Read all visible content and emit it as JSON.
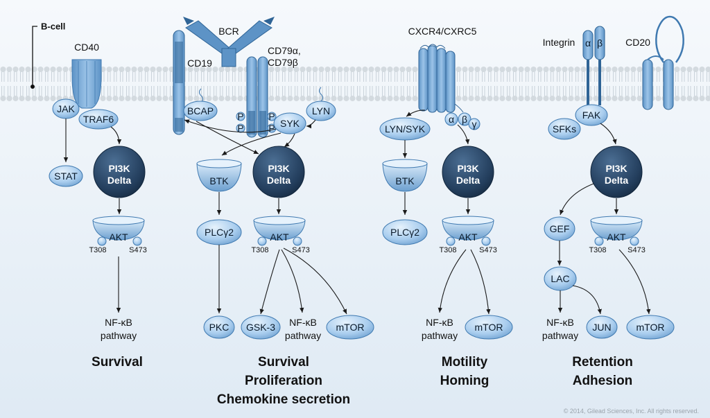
{
  "cell_label": "B-cell",
  "receptors": {
    "cd40": "CD40",
    "bcr": "BCR",
    "cd19": "CD19",
    "cd79a": "CD79α,",
    "cd79b": "CD79β",
    "cxcr": "CXCR4/CXRC5",
    "integrin": "Integrin",
    "integrin_alpha": "α",
    "integrin_beta": "β",
    "cd20": "CD20"
  },
  "nodes": {
    "jak": "JAK",
    "traf6": "TRAF6",
    "stat": "STAT",
    "pi3k_1": "PI3K",
    "delta_1": "Delta",
    "akt_1": "AKT",
    "bcap": "BCAP",
    "lyn": "LYN",
    "syk": "SYK",
    "p": "P",
    "btk_2": "BTK",
    "pi3k_2": "PI3K",
    "delta_2": "Delta",
    "plc_2": "PLCγ2",
    "akt_2": "AKT",
    "pkc": "PKC",
    "gsk3": "GSK-3",
    "mtor_2": "mTOR",
    "lynsyk": "LYN/SYK",
    "g_alpha": "α",
    "g_beta": "β",
    "g_gamma": "γ",
    "btk_3": "BTK",
    "pi3k_3": "PI3K",
    "delta_3": "Delta",
    "plc_3": "PLCγ2",
    "akt_3": "AKT",
    "mtor_3": "mTOR",
    "fak": "FAK",
    "sfks": "SFKs",
    "pi3k_4": "PI3K",
    "delta_4": "Delta",
    "gef": "GEF",
    "akt_4": "AKT",
    "lac": "LAC",
    "jun": "JUN",
    "mtor_4": "mTOR"
  },
  "sites": {
    "t308": "T308",
    "s473": "S473"
  },
  "nfkb": {
    "line1": "NF-κB",
    "line2": "pathway"
  },
  "outcomes": {
    "col1": [
      "Survival"
    ],
    "col2": [
      "Survival",
      "Proliferation",
      "Chemokine secretion"
    ],
    "col3": [
      "Motility",
      "Homing"
    ],
    "col4": [
      "Retention",
      "Adhesion"
    ]
  },
  "copyright": "© 2014, Gilead Sciences, Inc. All rights reserved.",
  "colors": {
    "node_light": "#b8d6f0",
    "node_mid": "#7fb1dc",
    "node_edge": "#3f79b0",
    "pi3k_dark": "#1f3d5c",
    "membrane_head": "#cfd6dc",
    "receptor": "#6fa3d2",
    "receptor_dark": "#2f6496"
  }
}
